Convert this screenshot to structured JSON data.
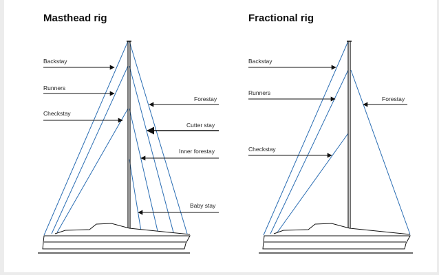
{
  "colors": {
    "stay": "#2a6db3",
    "arrow": "#111111",
    "hull": "#111111",
    "mast": "#111111"
  },
  "masthead": {
    "title": "Masthead rig",
    "labels": {
      "backstay": "Backstay",
      "runners": "Runners",
      "checkstay": "Checkstay",
      "forestay": "Forestay",
      "cutter_stay": "Cutter stay",
      "inner_forestay": "Inner forestay",
      "baby_stay": "Baby stay"
    }
  },
  "fractional": {
    "title": "Fractional rig",
    "labels": {
      "backstay": "Backstay",
      "runners": "Runners",
      "checkstay": "Checkstay",
      "forestay": "Forestay"
    }
  }
}
